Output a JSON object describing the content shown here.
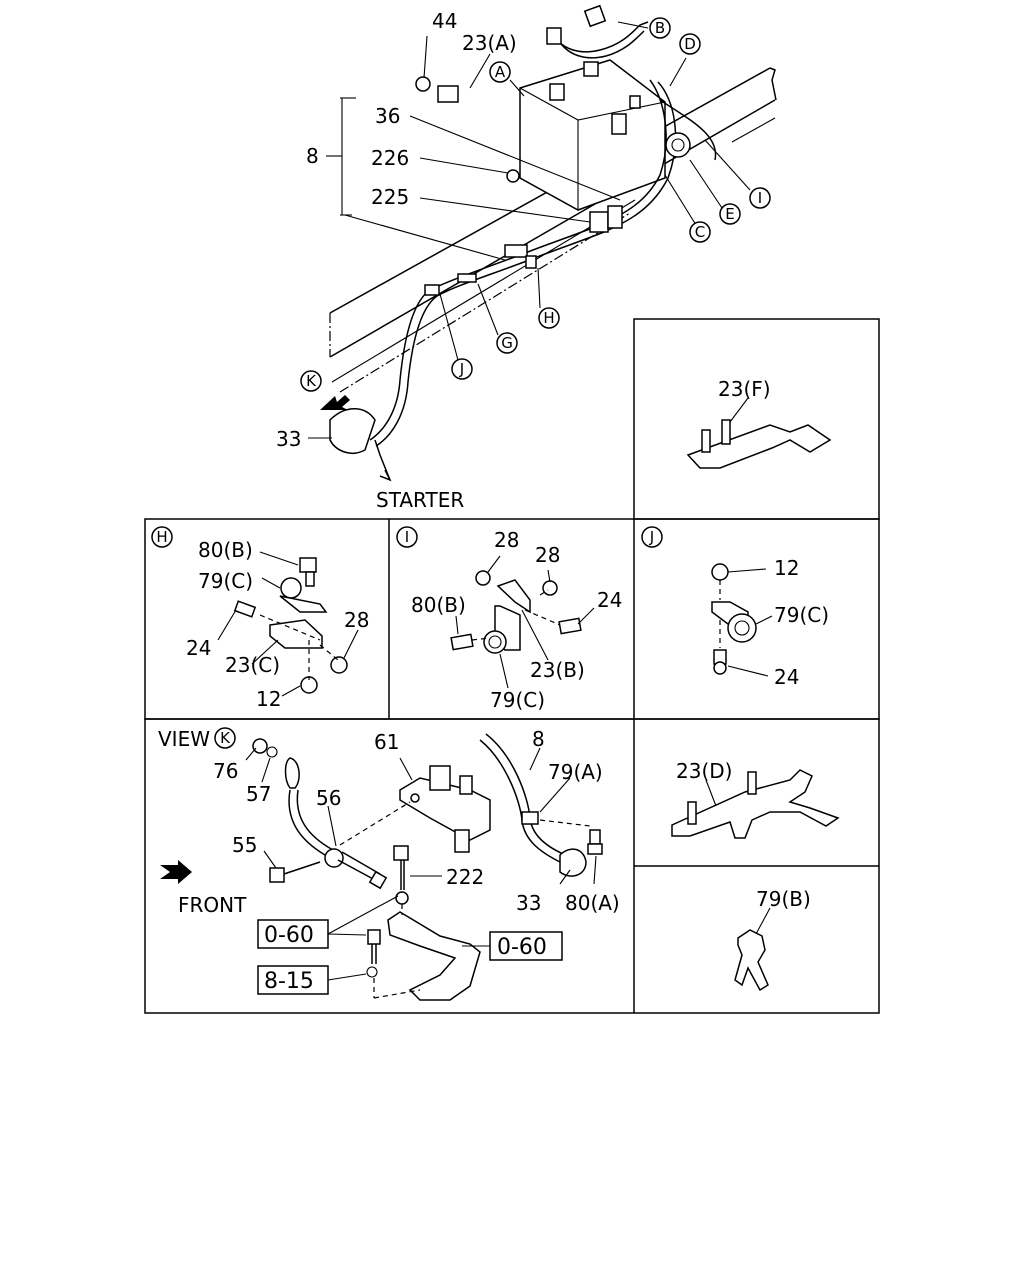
{
  "callouts": {
    "A": "A",
    "B": "B",
    "C": "C",
    "D": "D",
    "E": "E",
    "G": "G",
    "H": "H",
    "I": "I",
    "J": "J",
    "K": "K"
  },
  "main_labels": {
    "p44": "44",
    "p23a": "23(A)",
    "p36": "36",
    "p8": "8",
    "p226": "226",
    "p225": "225",
    "p33": "33",
    "starter": "STARTER"
  },
  "panel_f": {
    "p23f": "23(F)"
  },
  "panel_h": {
    "p80b": "80(B)",
    "p79c": "79(C)",
    "p24": "24",
    "p23c": "23(C)",
    "p28": "28",
    "p12": "12"
  },
  "panel_i": {
    "p28a": "28",
    "p28b": "28",
    "p80b": "80(B)",
    "p24": "24",
    "p23b": "23(B)",
    "p79c": "79(C)"
  },
  "panel_j": {
    "p12": "12",
    "p79c": "79(C)",
    "p24": "24"
  },
  "panel_k": {
    "view": "VIEW",
    "p76": "76",
    "p57": "57",
    "p56": "56",
    "p55": "55",
    "p61": "61",
    "p8": "8",
    "p79a": "79(A)",
    "p222": "222",
    "p33": "33",
    "p80a": "80(A)",
    "front": "FRONT",
    "ref1": "0-60",
    "ref2": "0-60",
    "ref3": "8-15"
  },
  "panel_d": {
    "p23d": "23(D)"
  },
  "panel_b": {
    "p79b": "79(B)"
  }
}
